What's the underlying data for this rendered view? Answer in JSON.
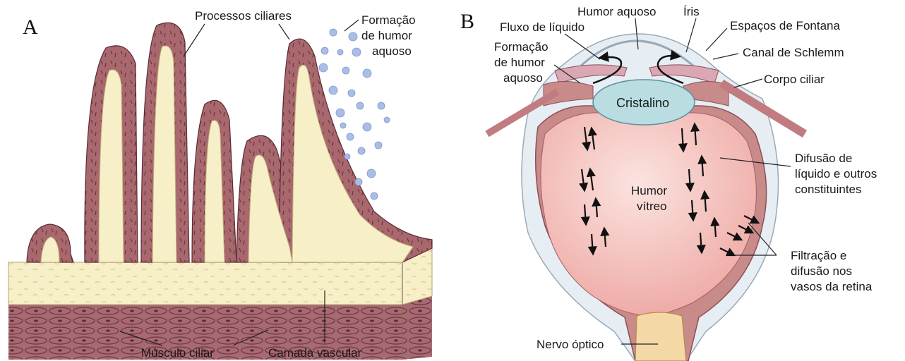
{
  "panel_a": {
    "letter": "A",
    "labels": {
      "ciliary_processes": "Processos ciliares",
      "aqueous_formation": [
        "Formação",
        "de humor",
        "aquoso"
      ],
      "ciliary_muscle": "Músculo ciliar",
      "vascular_layer": "Camada vascular"
    }
  },
  "panel_b": {
    "letter": "B",
    "labels": {
      "aqueous_humor": "Humor aquoso",
      "iris": "Íris",
      "fluid_flow": "Fluxo de líquido",
      "fontana_spaces": "Espaços de Fontana",
      "aqueous_formation": [
        "Formação",
        "de humor",
        "aquoso"
      ],
      "schlemm_canal": "Canal de Schlemm",
      "ciliary_body": "Corpo ciliar",
      "lens": "Cristalino",
      "vitreous_humor": [
        "Humor",
        "vítreo"
      ],
      "diffusion": [
        "Difusão de",
        "líquido e outros",
        "constituintes"
      ],
      "filtration": [
        "Filtração e",
        "difusão nos",
        "vasos da retina"
      ],
      "optic_nerve": "Nervo óptico"
    }
  },
  "colors": {
    "process_fill": "#a8686e",
    "stroma_fill": "#f6efc8",
    "muscle_fill": "#a86a72",
    "bubble": "#a9bde6",
    "sclera": "#e6edf3",
    "vitreous": "#f4c9c4",
    "lens": "#b9dde0",
    "optic_nerve": "#f4d9a6"
  }
}
